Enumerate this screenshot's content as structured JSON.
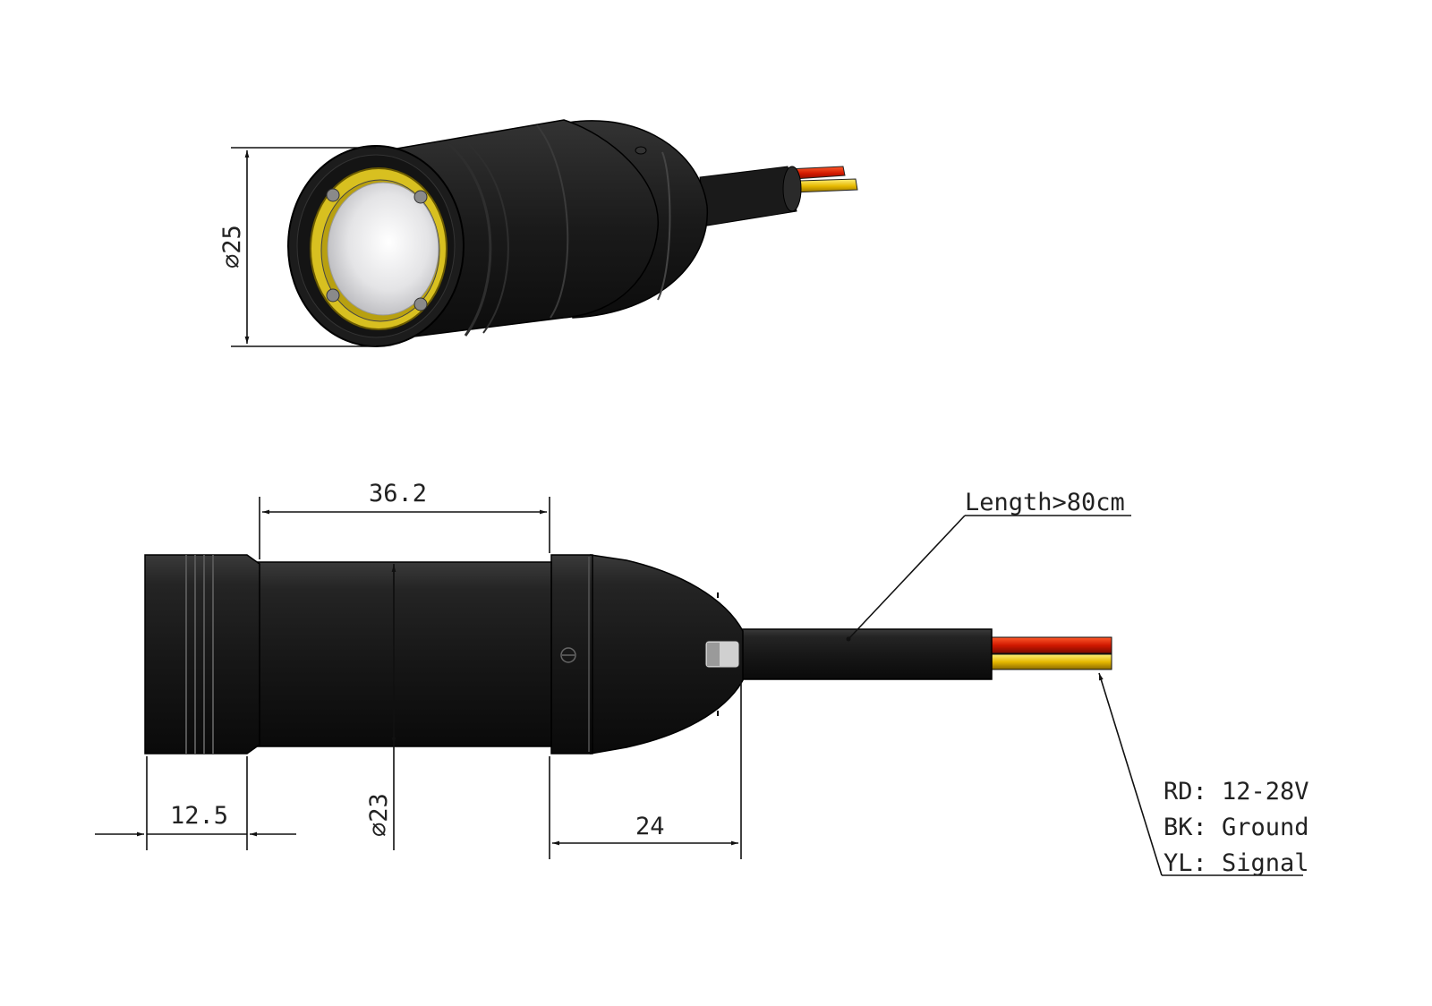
{
  "dimensions": {
    "top_diameter": "25",
    "body_length": "36.2",
    "body_diameter": "23",
    "front_length": "12.5",
    "rear_length": "24"
  },
  "cable": {
    "length_label": "Length>80cm"
  },
  "wiring_legend": [
    {
      "label": "RD: 12-28V",
      "color": "#cc1a00"
    },
    {
      "label": "BK: Ground",
      "color": "#111111"
    },
    {
      "label": "YL: Signal",
      "color": "#e6b800"
    }
  ],
  "colors": {
    "body": "#1b1b1b",
    "lens_ring": "#d8c020",
    "lens": "#e8e8ea",
    "wire_red": "#cc1a00",
    "wire_yellow": "#e6b800"
  }
}
